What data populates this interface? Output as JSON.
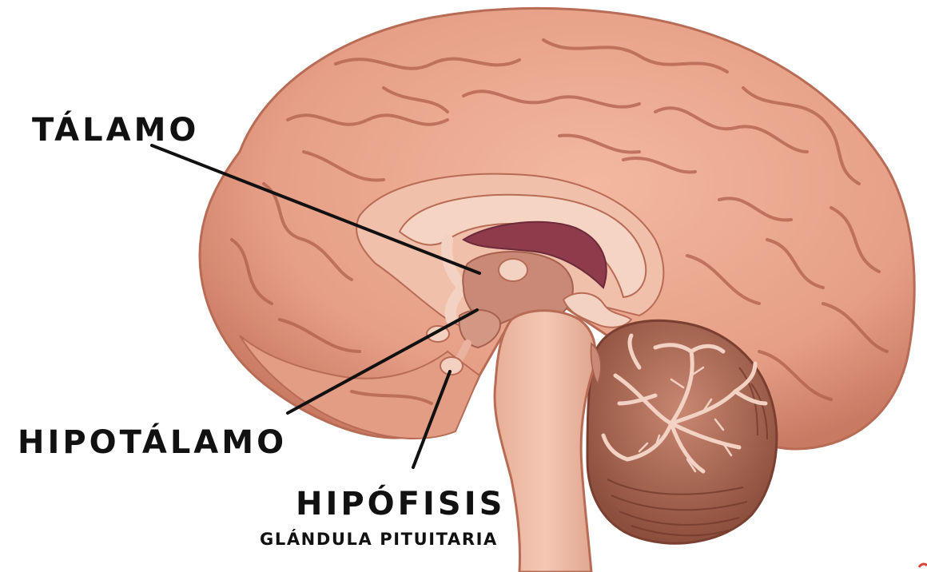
{
  "labels": {
    "talamo": "TÁLAMO",
    "hipotalamo": "HIPOTÁLAMO",
    "hipofisis": "HIPÓFISIS",
    "glandula": "GLÁNDULA PITUITARIA"
  },
  "colors": {
    "cortex": "#e9a48c",
    "cortex_shadow": "#c97a63",
    "sulcus": "#a85a48",
    "medial": "#f2c4b0",
    "corpus_callosum": "#f4d2c1",
    "ventricle": "#8e3b4c",
    "diencephalon": "#c98976",
    "brainstem": "#efbba6",
    "cerebellum": "#a86753",
    "cerebellum_inner": "#f3d2c3",
    "leader_line": "#111111"
  }
}
